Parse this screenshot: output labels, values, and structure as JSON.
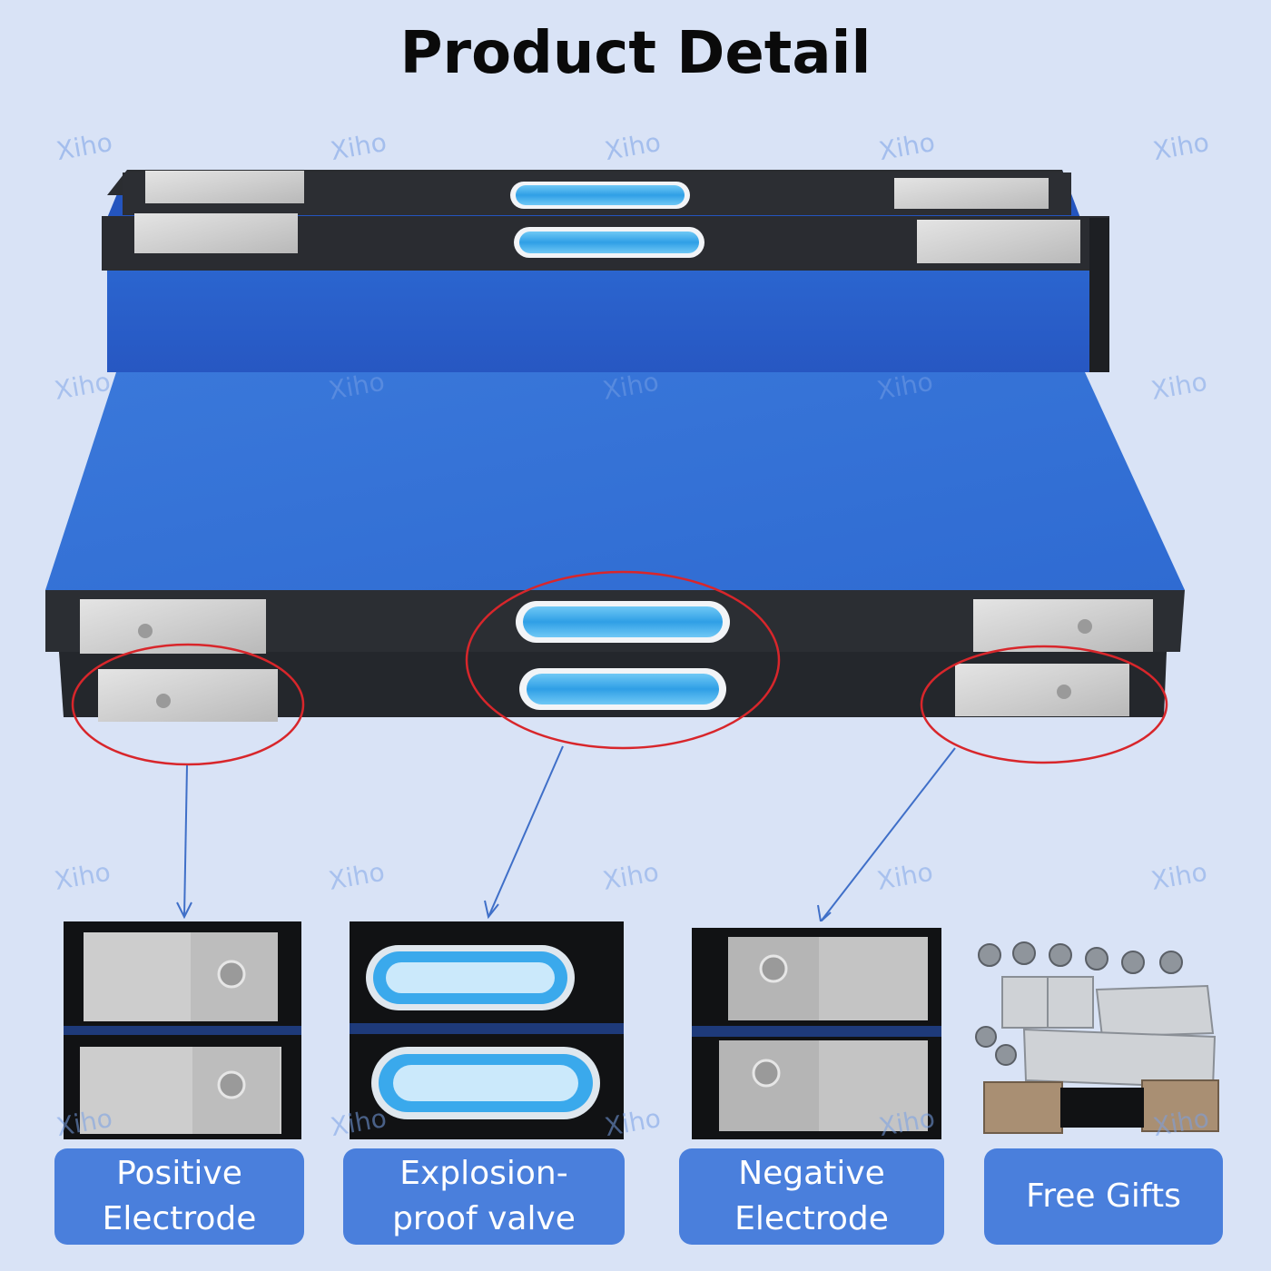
{
  "page": {
    "title": "Product Detail",
    "watermark": "Xiho"
  },
  "captions": {
    "positive": "Positive\nElectrode",
    "valve": "Explosion-\nproof valve",
    "negative": "Negative\nElectrode",
    "gifts": "Free Gifts"
  },
  "colors": {
    "background": "#d9e3f6",
    "cell_blue": "#2f6fd3",
    "caption_bg": "#4a7fdc",
    "callout_red": "#d8262b",
    "arrow_blue": "#3f6fc8",
    "valve_cyan": "#33a8e8"
  }
}
